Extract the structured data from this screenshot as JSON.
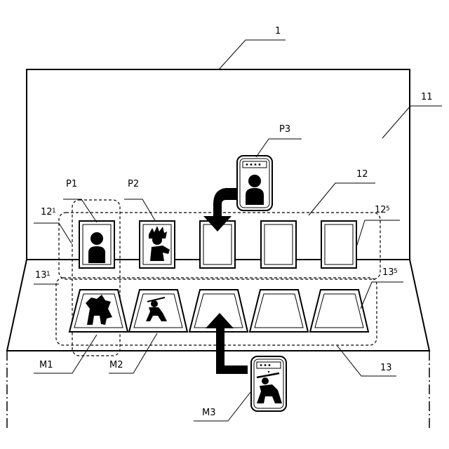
{
  "labels": {
    "device": "1",
    "screen": "11",
    "player_row": "12",
    "player_row_first": "12",
    "player_row_first_sub": "1",
    "player_row_last": "12",
    "player_row_last_sub": "5",
    "monster_row": "13",
    "monster_row_first": "13",
    "monster_row_first_sub": "1",
    "monster_row_last": "13",
    "monster_row_last_sub": "5",
    "p1": "P1",
    "p2": "P2",
    "p3": "P3",
    "m1": "M1",
    "m2": "M2",
    "m3": "M3"
  },
  "icons": {
    "p1_art": "person-silhouette-icon",
    "p2_art": "spiky-hair-character-icon",
    "p3_art": "person-silhouette-icon",
    "m1_art": "monster-silhouette-icon",
    "m2_art": "warrior-silhouette-icon",
    "m3_art": "warrior-silhouette-icon",
    "p3_arrow": "curved-arrow-down-icon",
    "m3_arrow": "arrow-up-icon"
  }
}
